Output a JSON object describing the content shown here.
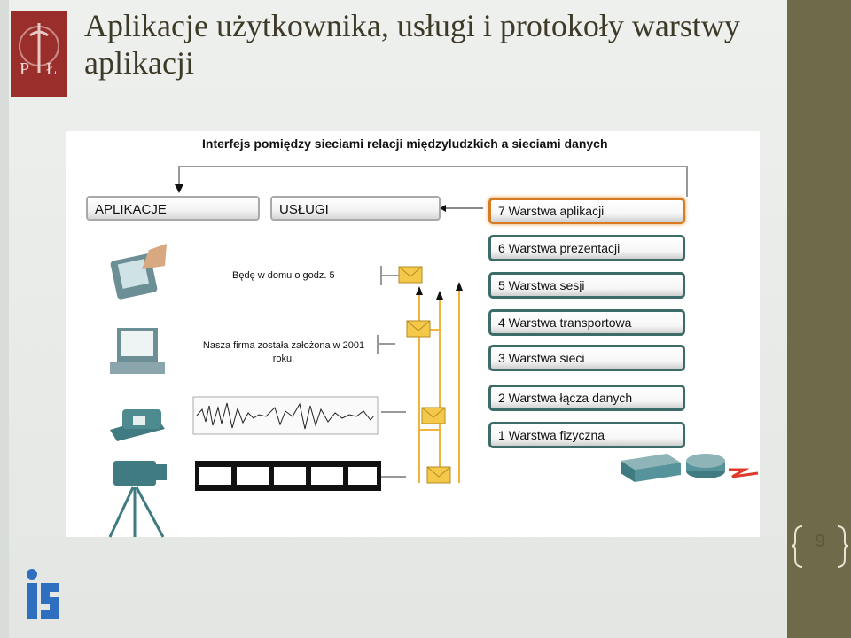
{
  "title": "Aplikacje użytkownika, usługi i protokoły warstwy aplikacji",
  "page_number": "9",
  "logo_text": "PŁ",
  "diagram": {
    "heading": "Interfejs pomiędzy sieciami relacji międzyludzkich a sieciami danych",
    "apps_label": "APLIKACJE",
    "services_label": "USŁUGI",
    "layers": [
      {
        "label": "7 Warstwa aplikacji",
        "active": true
      },
      {
        "label": "6 Warstwa prezentacji",
        "active": false
      },
      {
        "label": "5 Warstwa sesji",
        "active": false
      },
      {
        "label": "4 Warstwa transportowa",
        "active": false
      },
      {
        "label": "3 Warstwa sieci",
        "active": false
      },
      {
        "label": "2 Warstwa łącza danych",
        "active": false
      },
      {
        "label": "1 Warstwa fizyczna",
        "active": false
      }
    ],
    "message1": "Będę w domu o godz. 5",
    "message2_line1": "Nasza firma została założona w 2001",
    "message2_line2": "roku.",
    "colors": {
      "accent": "#d77b22",
      "layer_border": "#3d6b68",
      "device": "#3f7b80"
    }
  }
}
